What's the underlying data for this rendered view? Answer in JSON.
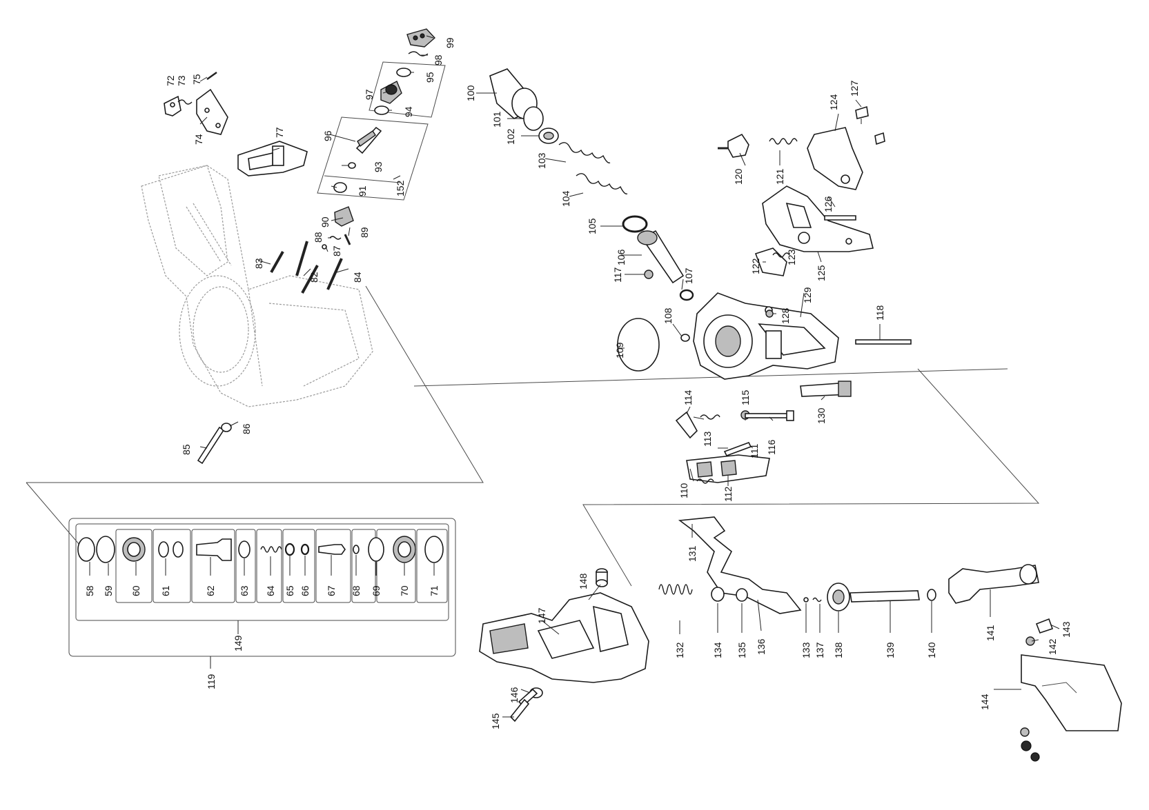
{
  "diagram": {
    "labels": [
      "58",
      "59",
      "60",
      "61",
      "62",
      "63",
      "64",
      "65",
      "66",
      "67",
      "68",
      "69",
      "70",
      "71",
      "72",
      "73",
      "74",
      "75",
      "77",
      "82",
      "83",
      "84",
      "85",
      "86",
      "87",
      "88",
      "89",
      "90",
      "91",
      "93",
      "94",
      "95",
      "96",
      "97",
      "98",
      "99",
      "100",
      "101",
      "102",
      "103",
      "104",
      "105",
      "106",
      "107",
      "108",
      "109",
      "110",
      "111",
      "112",
      "113",
      "114",
      "115",
      "116",
      "117",
      "118",
      "119",
      "120",
      "121",
      "122",
      "123",
      "124",
      "125",
      "126",
      "127",
      "128",
      "129",
      "130",
      "131",
      "132",
      "133",
      "134",
      "135",
      "136",
      "137",
      "138",
      "139",
      "140",
      "141",
      "142",
      "143",
      "144",
      "145",
      "146",
      "147",
      "148",
      "149",
      "152"
    ]
  }
}
